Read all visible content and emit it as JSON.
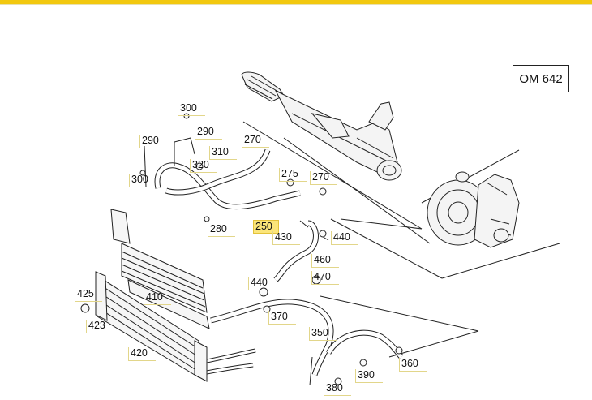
{
  "engine_code": "OM 642",
  "labels": {
    "l300a": "300",
    "l290a": "290",
    "l290b": "290",
    "l270a": "270",
    "l310": "310",
    "l320": "320",
    "l300b": "300",
    "l275": "275",
    "l270b": "270",
    "l280": "280",
    "l250": "250",
    "l430": "430",
    "l440a": "440",
    "l460": "460",
    "l470": "470",
    "l440b": "440",
    "l410": "410",
    "l370": "370",
    "l425": "425",
    "l423": "423",
    "l350": "350",
    "l420": "420",
    "l360": "360",
    "l390": "390",
    "l380": "380"
  },
  "colors": {
    "accent": "#f2c80f",
    "highlight": "#fbe57a"
  }
}
